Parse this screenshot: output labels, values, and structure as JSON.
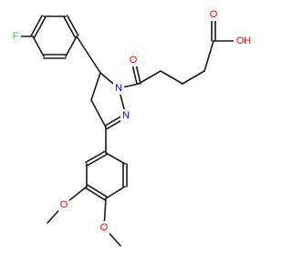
{
  "molecule": {
    "atoms": [
      {
        "id": "F",
        "label": "F",
        "color": "#33cc33"
      },
      {
        "id": "OH",
        "label": "OH",
        "color": "#ff0000"
      },
      {
        "id": "O1",
        "label": "O",
        "color": "#ff0000"
      },
      {
        "id": "N1",
        "label": "N",
        "color": "#0000ff"
      },
      {
        "id": "N2",
        "label": "N",
        "color": "#0000ff"
      },
      {
        "id": "O3",
        "label": "O",
        "color": "#ff0000"
      },
      {
        "id": "O4",
        "label": "O",
        "color": "#ff0000"
      },
      {
        "id": "O2",
        "label": "O",
        "color": "#ff0000"
      }
    ]
  }
}
